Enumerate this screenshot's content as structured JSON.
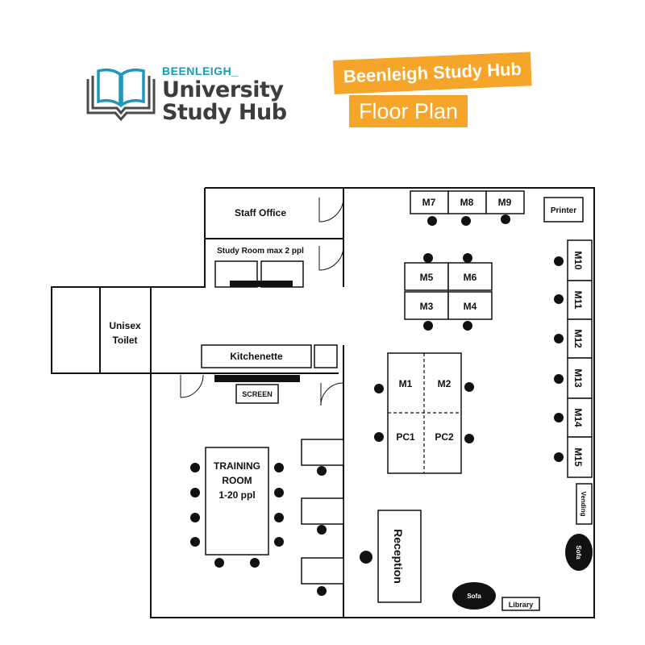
{
  "logo": {
    "top_text": "BEENLEIGH_",
    "line1": "University",
    "line2": "Study Hub",
    "book_color": "#1f97b8",
    "text_color": "#3d3d3d",
    "icon": "open-book-icon"
  },
  "header": {
    "title": "Beenleigh Study Hub",
    "subtitle": "Floor Plan",
    "tag_color": "#f4a52a"
  },
  "rooms": {
    "staff_office": "Staff Office",
    "study_room": "Study Room  max 2 ppl",
    "toilet_line1": "Unisex",
    "toilet_line2": "Toilet",
    "kitchenette": "Kitchenette",
    "screen": "SCREEN",
    "training_line1": "TRAINING",
    "training_line2": "ROOM",
    "training_line3": "1-20 ppl"
  },
  "desks": {
    "m7": "M7",
    "m8": "M8",
    "m9": "M9",
    "printer": "Printer",
    "m5": "M5",
    "m6": "M6",
    "m3": "M3",
    "m4": "M4",
    "m1": "M1",
    "m2": "M2",
    "pc1": "PC1",
    "pc2": "PC2",
    "m10": "M10",
    "m11": "M11",
    "m12": "M12",
    "m13": "M13",
    "m14": "M14",
    "m15": "M15",
    "vending": "Vending",
    "reception": "Reception",
    "sofa_right": "Sofa",
    "sofa_bottom": "Sofa",
    "library": "Library"
  }
}
